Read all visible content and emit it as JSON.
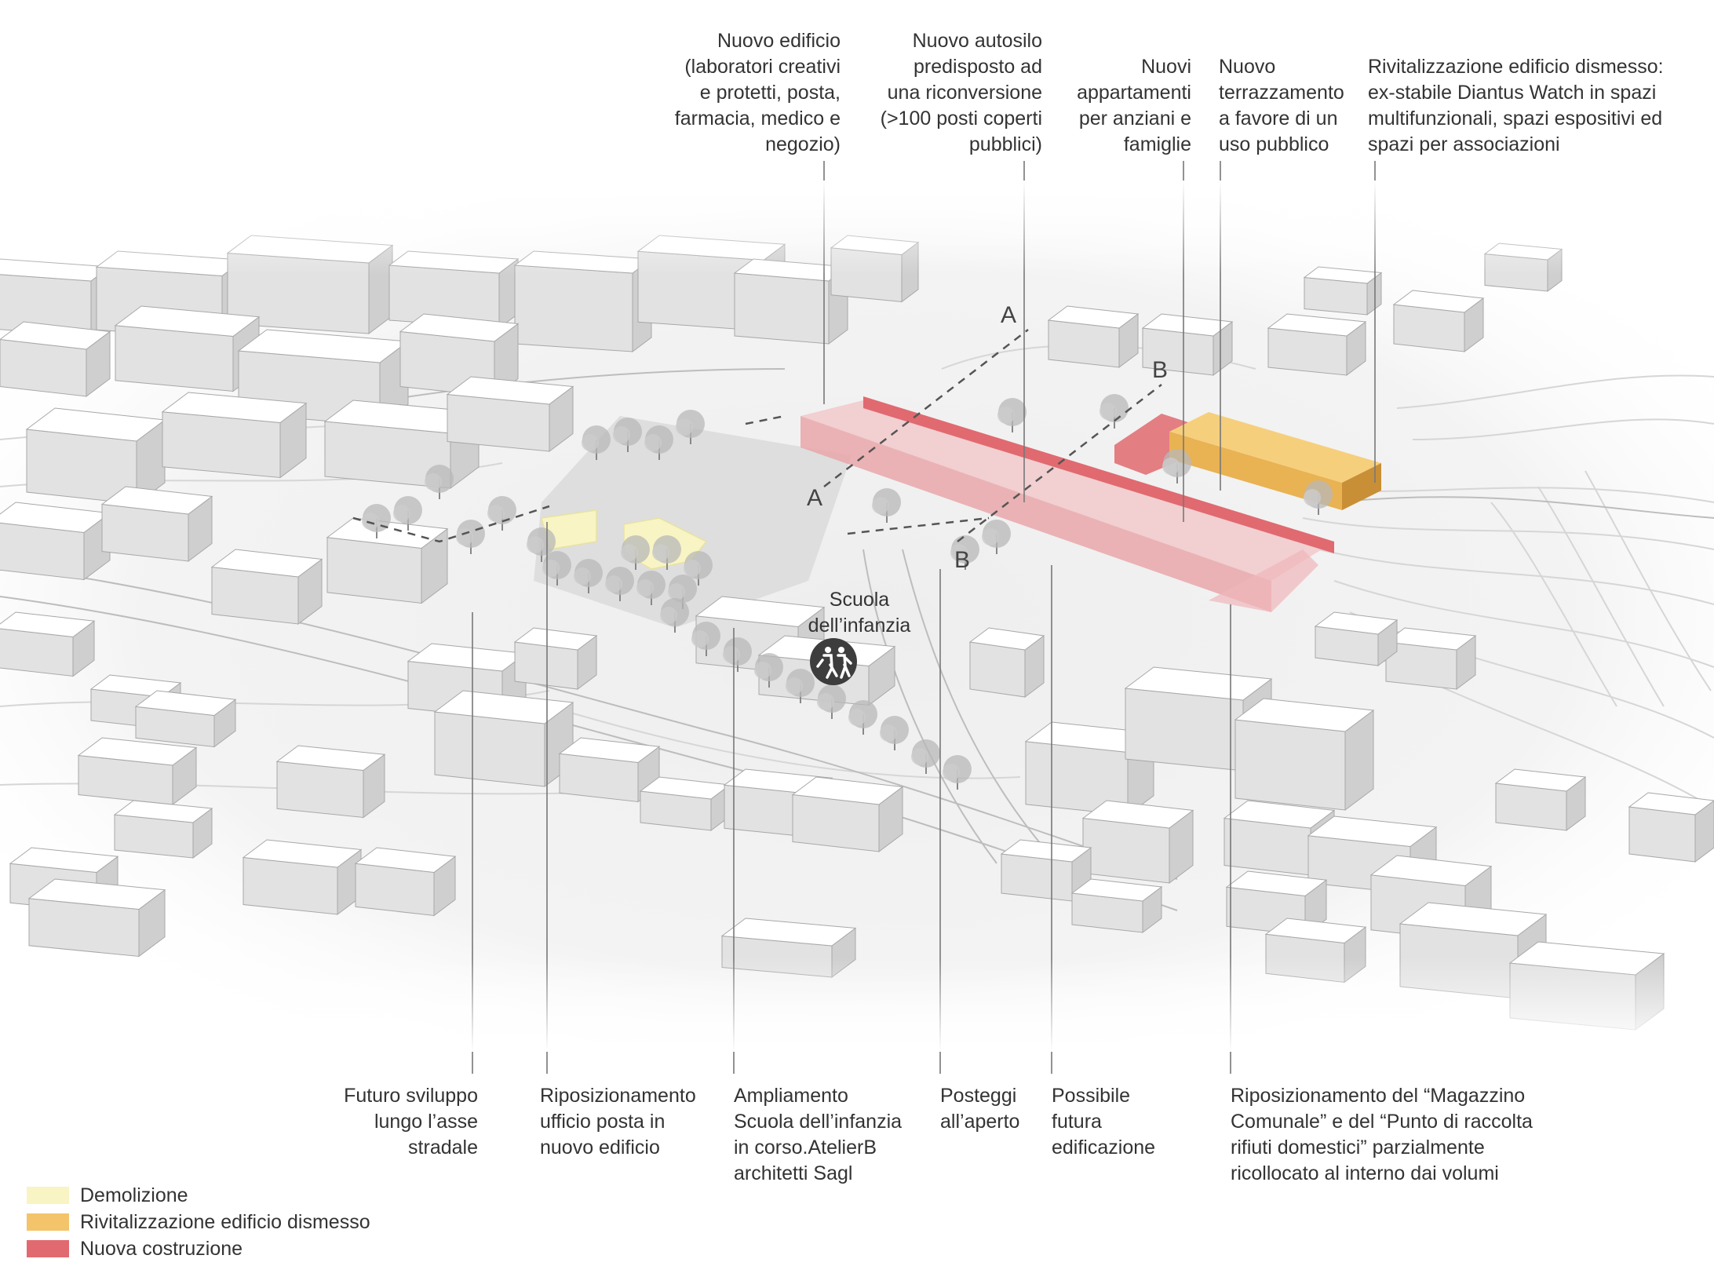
{
  "annotations_top": [
    {
      "id": "nuovo-edificio",
      "text": "Nuovo edificio\n(laboratori creativi\ne protetti, posta,\nfarmacia, medico e\nnegozio)"
    },
    {
      "id": "nuovo-autosilo",
      "text": "Nuovo autosilo\npredisposto ad\nuna riconversione\n(>100 posti coperti\npubblici)"
    },
    {
      "id": "nuovi-appartamenti",
      "text": "Nuovi\nappartamenti\nper anziani e\nfamiglie"
    },
    {
      "id": "nuovo-terrazzamento",
      "text": "Nuovo\nterrazzamento\na favore di un\nuso pubblico"
    },
    {
      "id": "rivitalizzazione",
      "text": "Rivitalizzazione edificio dismesso:\nex-stabile Diantus Watch in spazi\nmultifunzionali, spazi espositivi ed\nspazi per associazioni"
    }
  ],
  "annotations_bottom": [
    {
      "id": "futuro-sviluppo",
      "text": "Futuro sviluppo\nlungo l’asse\nstradale"
    },
    {
      "id": "riposizionamento-posta",
      "text": "Riposizionamento\nufficio posta in\nnuovo edificio"
    },
    {
      "id": "ampliamento-scuola",
      "text": "Ampliamento\nScuola dell’infanzia\nin corso.AtelierB\narchitetti Sagl"
    },
    {
      "id": "posteggi",
      "text": "Posteggi\nall’aperto"
    },
    {
      "id": "possibile-edificazione",
      "text": "Possibile\nfutura\nedificazione"
    },
    {
      "id": "riposizionamento-magazzino",
      "text": "Riposizionamento del “Magazzino\nComunale” e del “Punto di raccolta\nrifiuti domestici” parzialmente\nricollocato al interno dai volumi"
    }
  ],
  "school_label": "Scuola\ndell’infanzia",
  "section_markers": {
    "a": "A",
    "b": "B"
  },
  "legend": [
    {
      "label": "Demolizione",
      "color": "#f8f4c4"
    },
    {
      "label": "Rivitalizzazione edificio dismesso",
      "color": "#f3c46a"
    },
    {
      "label": "Nuova costruzione",
      "color": "#e06a70"
    }
  ],
  "colors": {
    "demolition": "#f8f4c4",
    "revitalization": "#f3c46a",
    "new_construction": "#e06a70",
    "building_top": "#ffffff",
    "building_side": "#cfcfcf",
    "terrain": "#f1f1f1",
    "tree": "#b8b8b8"
  },
  "icons": [
    "children-icon",
    "tree-icon"
  ]
}
